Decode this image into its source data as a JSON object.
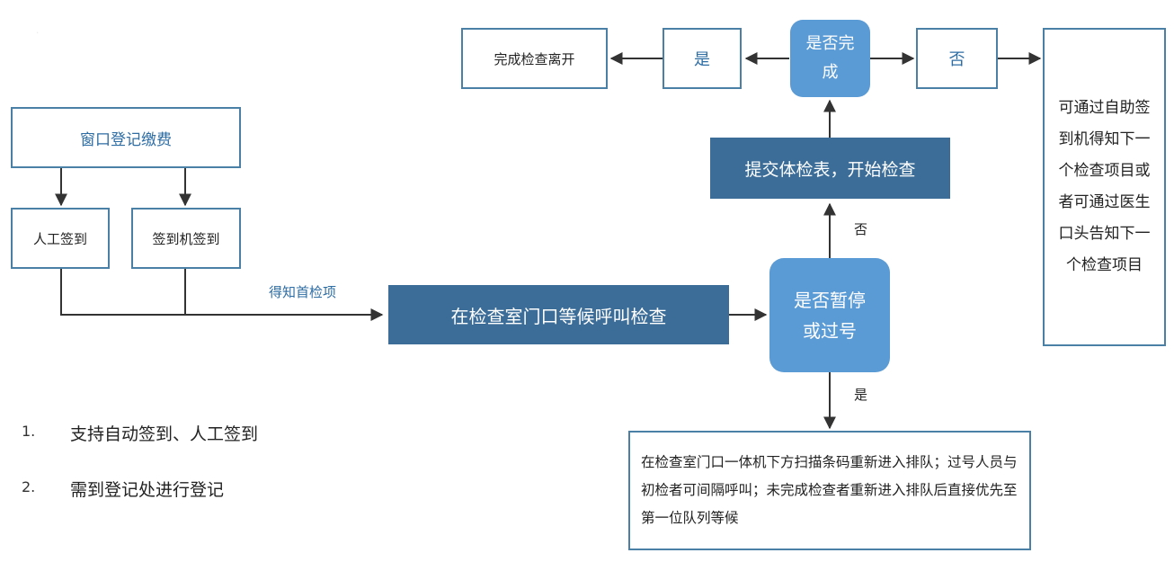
{
  "nodes": {
    "window_reg": "窗口登记缴费",
    "manual_checkin": "人工签到",
    "kiosk_checkin": "签到机签到",
    "wait_call": "在检查室门口等候呼叫检查",
    "paused_q": "是否暂停或过号",
    "submit_form": "提交体检表，开始检查",
    "complete_q": "是否完成",
    "yes_box": "是",
    "no_box": "否",
    "done_leave": "完成检查离开",
    "next_info": "可通过自助签到机得知下一个检查项目或者可通过医生口头告知下一个检查项目",
    "requeue_note": "在检查室门口一体机下方扫描条码重新进入排队；过号人员与初检者可间隔呼叫；未完成检查者重新进入排队后直接优先至第一位队列等候"
  },
  "edge_labels": {
    "first_item": "得知首检项",
    "no": "否",
    "yes": "是"
  },
  "notes": [
    {
      "num": "1.",
      "text": "支持自动签到、人工签到"
    },
    {
      "num": "2.",
      "text": "需到登记处进行登记"
    }
  ],
  "colors": {
    "dark_fill": "#3b6d98",
    "light_fill": "#5b9bd5",
    "border": "#4a7fa6",
    "arrow": "#333333"
  }
}
